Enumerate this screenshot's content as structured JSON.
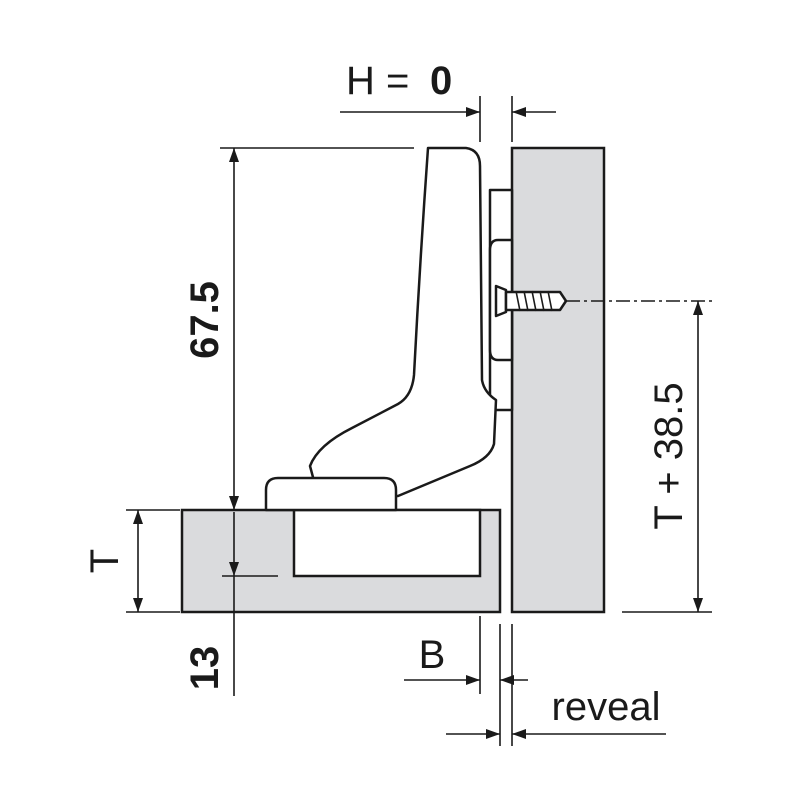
{
  "labels": {
    "h_prefix": "H = ",
    "h_value": "0",
    "height": "67.5",
    "t_plus": "T + 38.5",
    "thickness": "T",
    "bore_dist": "13",
    "b": "B",
    "reveal": "reveal"
  },
  "colors": {
    "panel_fill": "#dadbdd",
    "line": "#1a1a1a",
    "background": "#ffffff"
  }
}
